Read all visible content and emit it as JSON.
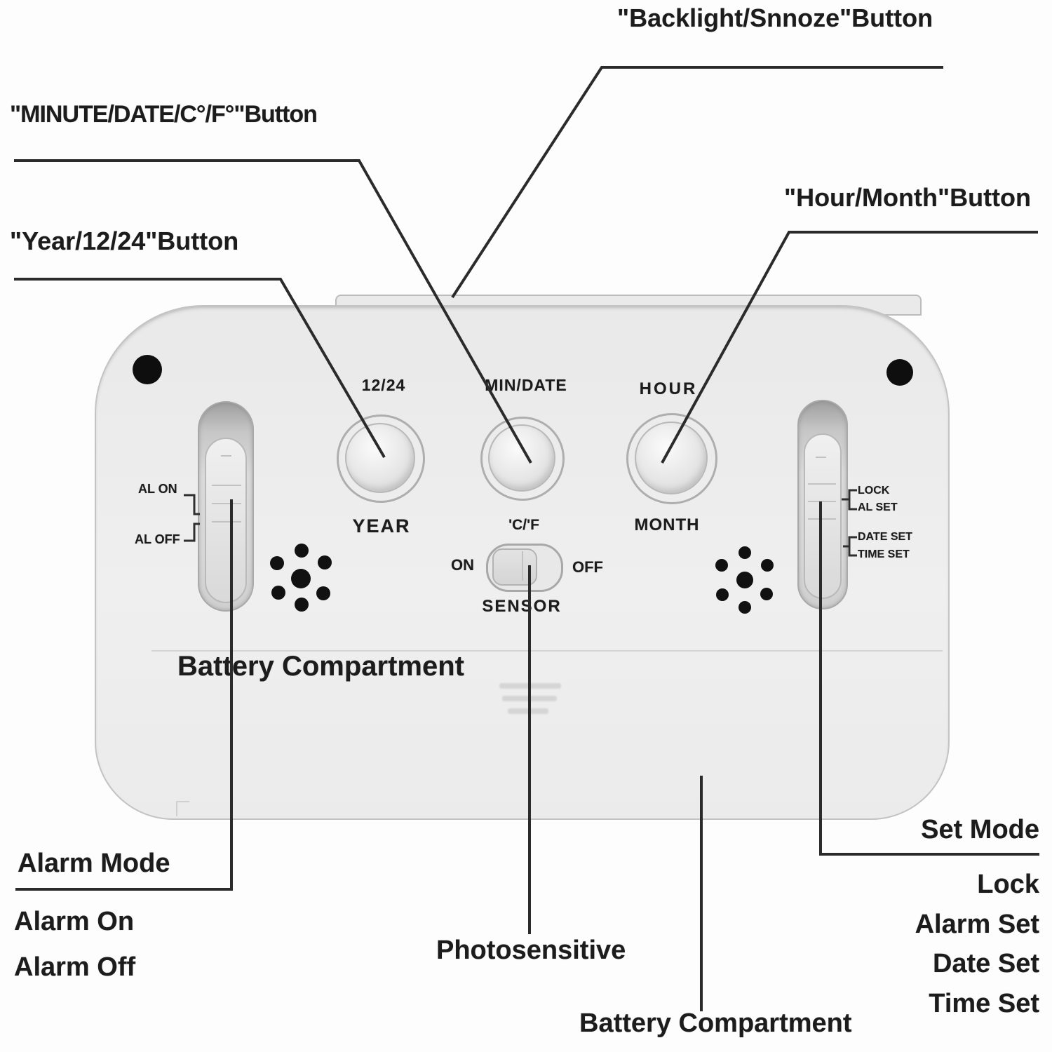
{
  "title": "Alarm clock back panel diagram",
  "colors": {
    "background": "#fdfdfd",
    "panel_fill": "#ededed",
    "panel_border": "#c3c3c3",
    "leader_line": "#2b2b2b",
    "text": "#1c1c1c",
    "screw": "#0e0e0e"
  },
  "callouts": {
    "backlight": "\"Backlight/Snnoze\"Button",
    "minute": "\"MINUTE/DATE/C°/F°\"Button",
    "year": "\"Year/12/24\"Button",
    "hour": "\"Hour/Month\"Button",
    "alarm_mode": "Alarm Mode",
    "alarm_on": "Alarm On",
    "alarm_off": "Alarm Off",
    "photosensitive": "Photosensitive",
    "battery_compartment": "Battery Compartment",
    "set_mode": "Set Mode",
    "lock": "Lock",
    "alarm_set": "Alarm Set",
    "date_set": "Date Set",
    "time_set": "Time Set"
  },
  "panel": {
    "battery_label": "Battery Compartment",
    "buttons": [
      {
        "top": "12/24",
        "bottom": "YEAR"
      },
      {
        "top": "MIN/DATE",
        "bottom": "'C/'F"
      },
      {
        "top": "HOUR",
        "bottom": "MONTH"
      }
    ],
    "alarm_switch": {
      "on": "AL ON",
      "off": "AL OFF"
    },
    "set_switch": [
      "LOCK",
      "AL SET",
      "DATE SET",
      "TIME SET"
    ],
    "sensor_switch": {
      "on": "ON",
      "off": "OFF",
      "label": "SENSOR"
    }
  }
}
